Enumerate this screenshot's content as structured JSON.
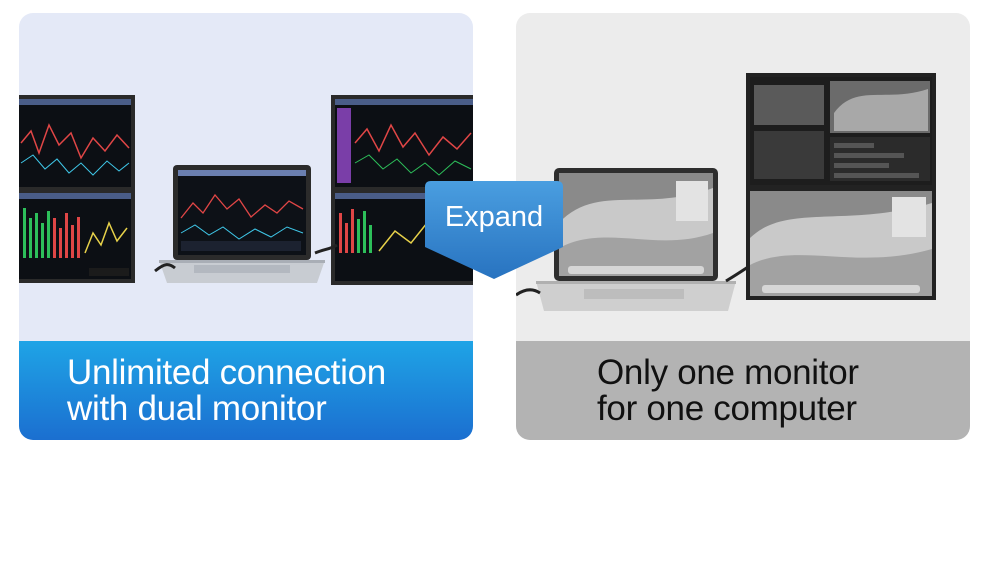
{
  "left_panel": {
    "caption_line1": "Unlimited connection",
    "caption_line2": "with dual monitor",
    "accent_top": "#1fa4e6",
    "accent_bottom": "#1b6fd0",
    "background": "#e4e9f7"
  },
  "right_panel": {
    "caption_line1": "Only one monitor",
    "caption_line2": "for one computer",
    "caption_bg": "#b3b3b3",
    "background": "#ececec"
  },
  "badge": {
    "label": "Expand",
    "color": "#2f86cf"
  }
}
